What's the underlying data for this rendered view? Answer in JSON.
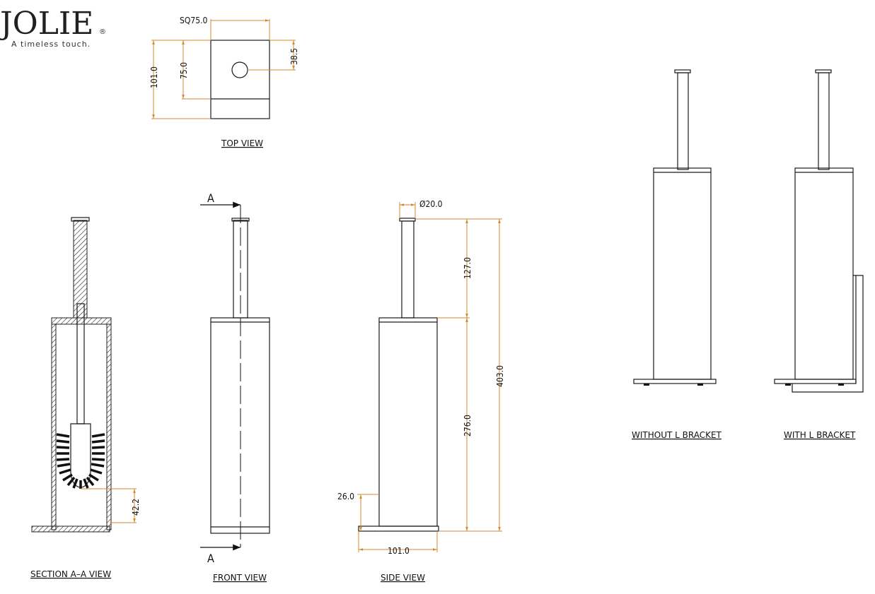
{
  "brand": {
    "logo": "JOLIE",
    "registered": "®",
    "tagline": "A timeless touch."
  },
  "views": {
    "top": "TOP VIEW",
    "section": "SECTION A–A VIEW",
    "front": "FRONT VIEW",
    "side": "SIDE VIEW",
    "without_bracket": "WITHOUT L BRACKET",
    "with_bracket": "WITH L BRACKET"
  },
  "section_marker": "A",
  "dimensions": {
    "top_sq": "SQ75.0",
    "top_depth": "101.0",
    "top_inner": "75.0",
    "top_hole": "38.5",
    "brush_clearance": "42.2",
    "rod_diameter": "Ø20.0",
    "rod_height": "127.0",
    "body_height": "276.0",
    "total_height": "403.0",
    "offset": "26.0",
    "base_width": "101.0"
  },
  "colors": {
    "dimension": "#d4892e",
    "outline": "#1a1a1a"
  }
}
